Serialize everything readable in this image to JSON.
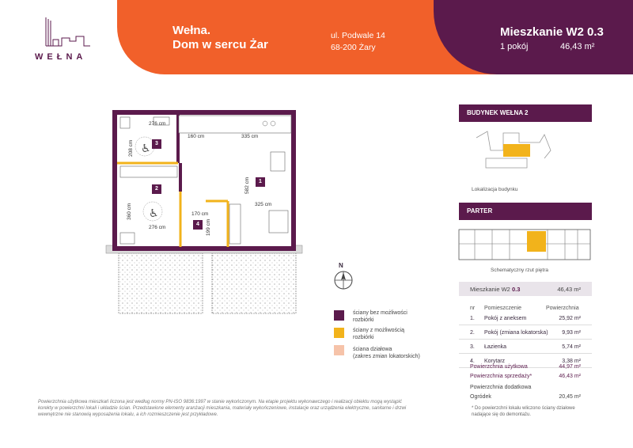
{
  "brand": {
    "logo_text": "WEŁNA"
  },
  "header": {
    "title_line1": "Wełna.",
    "title_line2": "Dom w sercu Żar",
    "address_line1": "ul. Podwale 14",
    "address_line2": "68-200 Żary",
    "apartment": "Mieszkanie W2 0.3",
    "rooms": "1 pokój",
    "area": "46,43 m²"
  },
  "building": {
    "title": "BUDYNEK WEŁNA 2",
    "caption": "Lokalizacja budynku"
  },
  "floor": {
    "title": "PARTER",
    "caption": "Schematyczny rzut piętra"
  },
  "table": {
    "apt_label": "Mieszkanie W2",
    "apt_number": "0.3",
    "apt_area": "46,43 m²",
    "col_nr": "nr",
    "col_room": "Pomieszczenie",
    "col_area": "Powierzchnia",
    "rows": [
      {
        "nr": "1.",
        "name": "Pokój z aneksem",
        "area": "25,92 m²"
      },
      {
        "nr": "2.",
        "name": "Pokój (zmiana lokatorska)",
        "area": "9,93 m²"
      },
      {
        "nr": "3.",
        "name": "Łazienka",
        "area": "5,74 m²"
      },
      {
        "nr": "4.",
        "name": "Korytarz",
        "area": "3,38 m²"
      }
    ],
    "usable_label": "Powierzchnia użytkowa",
    "usable_value": "44,97 m²",
    "sale_label": "Powierzchnia sprzedaży*",
    "sale_value": "46,43 m²",
    "extra_label": "Powierzchnia dodatkowa",
    "garden_label": "Ogródek",
    "garden_value": "20,45 m²",
    "note": "* Do powierzchni lokalu wliczono ściany działowe nadające się do demontażu."
  },
  "legend": [
    {
      "color": "#5b1a4c",
      "text1": "ściany bez możliwości",
      "text2": "rozbiórki"
    },
    {
      "color": "#f2b31b",
      "text1": "ściany z  możliwością",
      "text2": "rozbiórki"
    },
    {
      "color": "#f6c3a9",
      "text1": "ściana działowa",
      "text2": "(zakres zmian lokatorskich)"
    }
  ],
  "plan": {
    "compass": "N",
    "rooms": [
      "1",
      "2",
      "3",
      "4"
    ],
    "dims": {
      "d276a": "276 cm",
      "d160": "160 cm",
      "d335": "335 cm",
      "d208": "208 cm",
      "d582": "582 cm",
      "d360": "360 cm",
      "d325": "325 cm",
      "d170": "170 cm",
      "d199": "199 cm",
      "d276b": "276 cm"
    }
  },
  "footer": "Powierzchnia użytkowa mieszkań liczona jest według normy PN-ISO 9836:1997 w stanie wykończonym. Na etapie projektu wykonawczego i realizacji obiektu mogą wystąpić korekty w powierzchni lokali i układzie ścian. Przedstawione elementy aranżacji mieszkania, materiały wykończeniowe, instalacje oraz urządzenia elektryczne, sanitarne i drzwi wewnętrzne nie stanowią wyposażenia lokalu, a ich rozmieszczenie jest przykładowe.",
  "colors": {
    "orange": "#f1602a",
    "purple": "#5b1a4c",
    "yellow": "#f2b31b",
    "peach": "#f6c3a9"
  }
}
